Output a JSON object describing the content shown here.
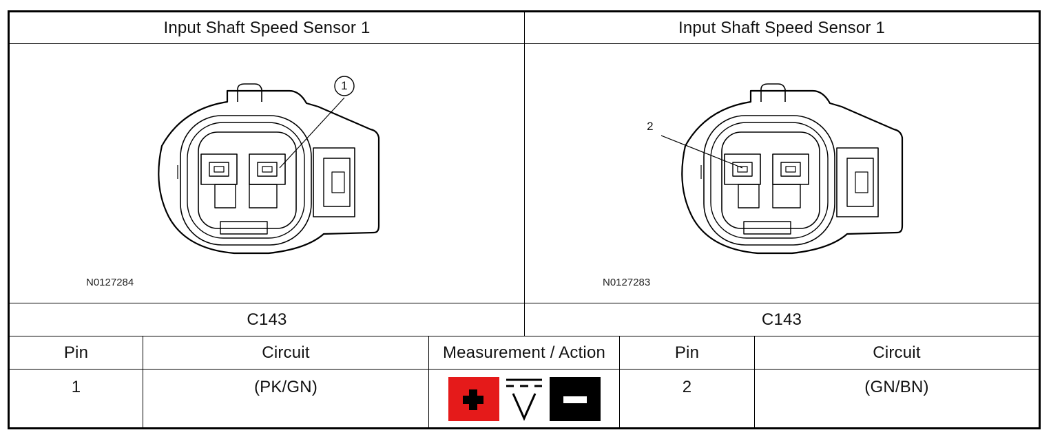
{
  "header": {
    "left_title": "Input Shaft Speed Sensor 1",
    "right_title": "Input Shaft Speed Sensor 1"
  },
  "figures": {
    "left_code": "N0127284",
    "left_callout": "1",
    "right_code": "N0127283",
    "right_callout": "2"
  },
  "connectors": {
    "left": "C143",
    "right": "C143"
  },
  "table": {
    "headers": {
      "pin_left": "Pin",
      "circuit_left": "Circuit",
      "measurement": "Measurement / Action",
      "pin_right": "Pin",
      "circuit_right": "Circuit"
    },
    "row": {
      "pin_left": "1",
      "circuit_left": "(PK/GN)",
      "pin_right": "2",
      "circuit_right": "(GN/BN)"
    }
  },
  "measurement_icons": [
    "positive-probe-icon",
    "dc-voltage-icon",
    "negative-probe-icon"
  ],
  "colors": {
    "positive": "#e51a1a",
    "negative": "#000000"
  }
}
